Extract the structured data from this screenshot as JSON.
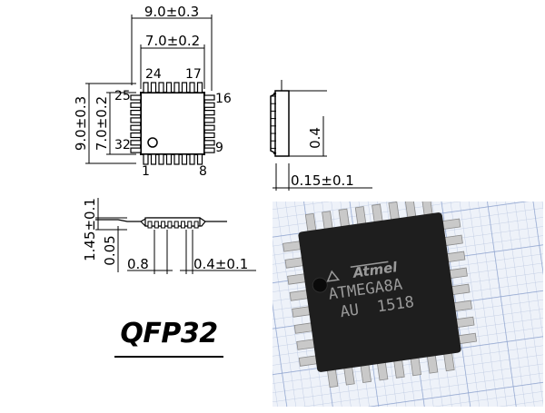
{
  "package_name": "QFP32",
  "top_view": {
    "outer_width": "9.0±0.3",
    "inner_width": "7.0±0.2",
    "outer_height": "9.0±0.3",
    "inner_height": "7.0±0.2",
    "pin_labels": {
      "top_left": "24",
      "top_right": "17",
      "right_top": "16",
      "right_bottom": "9",
      "left_top": "25",
      "left_bottom": "32",
      "bottom_left": "1",
      "bottom_right": "8"
    }
  },
  "side_view": {
    "body_thickness": "0.4",
    "lead_thickness": "0.15±0.1"
  },
  "front_view": {
    "height": "1.45±0.1",
    "standoff": "0.05",
    "pitch": "0.8",
    "lead_width": "0.4±0.1"
  },
  "chip_photo": {
    "logo": "Atmel",
    "part": "ATMEGA8A",
    "code": "AU  1518"
  },
  "colors": {
    "line": "#000000",
    "grid_bg": "#eef2f9",
    "grid_line": "#9fb2d6",
    "chip_body": "#1e1e1e",
    "lead_metal": "#c9c9c9",
    "marking": "#9a9a9a"
  }
}
